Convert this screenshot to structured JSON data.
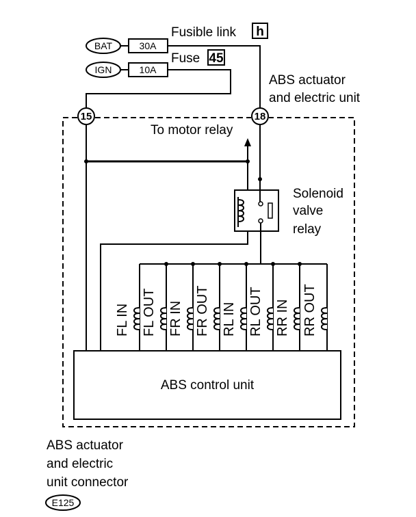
{
  "power": {
    "bat_label": "BAT",
    "bat_fuse": "30A",
    "ign_label": "IGN",
    "ign_fuse": "10A",
    "fusible_link_label": "Fusible link",
    "fusible_link_id": "h",
    "fuse_label": "Fuse",
    "fuse_id": "45"
  },
  "unit": {
    "name_line1": "ABS actuator",
    "name_line2": "and electric unit",
    "pin_15": "15",
    "pin_18": "18",
    "motor_relay": "To motor relay",
    "relay_line1": "Solenoid",
    "relay_line2": "valve",
    "relay_line3": "relay",
    "control_unit": "ABS control unit"
  },
  "solenoids": [
    {
      "label": "FL IN"
    },
    {
      "label": "FL OUT"
    },
    {
      "label": "FR IN"
    },
    {
      "label": "FR OUT"
    },
    {
      "label": "RL IN"
    },
    {
      "label": "RL OUT"
    },
    {
      "label": "RR IN"
    },
    {
      "label": "RR OUT"
    }
  ],
  "connector": {
    "line1": "ABS actuator",
    "line2": "and electric",
    "line3": "unit connector",
    "id": "E125"
  }
}
